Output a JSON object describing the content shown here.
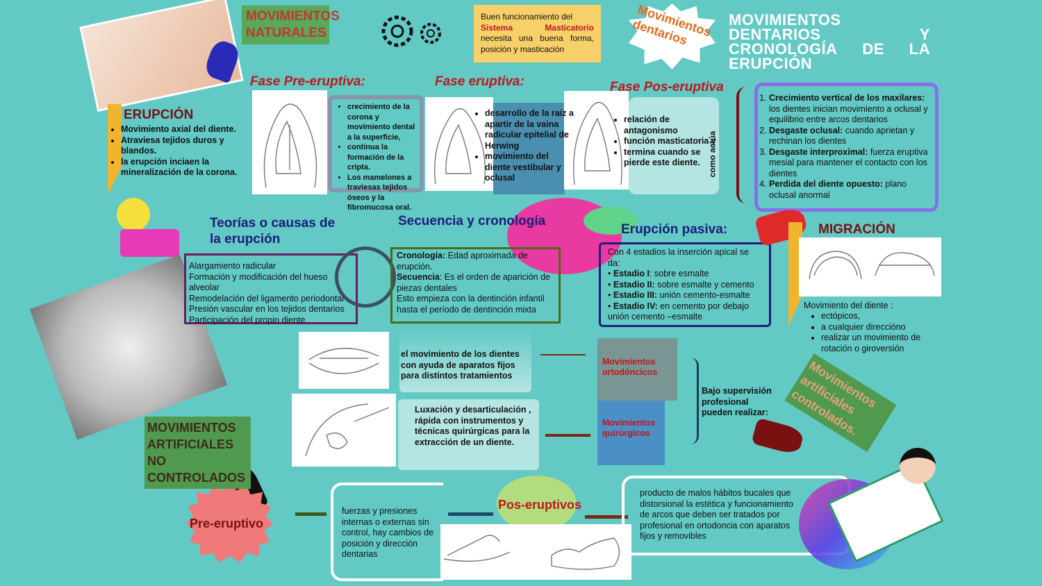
{
  "title": {
    "l1": "MOVIMIENTOS",
    "l2a": "DENTARIOS",
    "l2b": "Y",
    "l3a": "CRONOLOGÍA",
    "l3b": "DE",
    "l3c": "LA",
    "l4": "ERUPCIÓN"
  },
  "badge": "Movimientos dentarios",
  "naturales": "MOVIMIENTOS NATURALES",
  "note": {
    "p1": "Buen funcionamiento del",
    "p2a": "Sistema",
    "p2b": "Masticatorio",
    "p3": "necesita una buena forma, posición y masticación"
  },
  "erupcion": {
    "title": "ERUPCIÓN",
    "items": [
      "Movimiento axial del diente.",
      "Atraviesa tejidos duros y blandos.",
      "la erupción inciaen la mineralización de la corona."
    ]
  },
  "pre": {
    "title": "Fase Pre-eruptiva:",
    "items": [
      "crecimiento de la corona y movimiento dental a la superficie,",
      "continua la formación de la cripta.",
      "Los mamelones a traviesas tejidos óseos y la fibromucosa oral."
    ]
  },
  "eru": {
    "title": "Fase eruptiva:",
    "items": [
      "desarrollo de la raíz a apartir de la vaina radicular epitelial de Herwing",
      "movimiento del diente vestibular  y oclusal"
    ]
  },
  "pos": {
    "title": "Fase Pos-eruptiva",
    "items": [
      "relación de antagonismo",
      "función masticatoria y",
      "termina cuando se pierde este diente."
    ],
    "side": "como actúa"
  },
  "list": [
    {
      "b": "Crecimiento vertical de los maxilares:",
      "t": " los dientes inician movimiento a oclusal y equilibrio entre arcos dentarios"
    },
    {
      "b": "Desgaste oclusal:",
      "t": " cuando aprietan y rechinan los dientes"
    },
    {
      "b": "Desgaste interproximal:",
      "t": " fuerza eruptiva mesial para mantener el contacto con los dientes"
    },
    {
      "b": "Perdida del diente opuesto:",
      "t": " plano oclusal anormal"
    }
  ],
  "teorias": {
    "title": "Teorías o causas de la erupción",
    "items": [
      "Alargamiento radicular",
      "Formación y modificación del hueso alveolar",
      "Remodelación del ligamento periodontal",
      "Presión vascular en los tejidos dentarios",
      "Participación del propio diente"
    ]
  },
  "secuencia": {
    "title": "Secuencia y cronología",
    "c_b": "Cronología:",
    "c_t": "  Edad aproximada de erupción.",
    "s_b": "Secuencia",
    "s_t": ": Es el orden de aparición de piezas dentales",
    "e": "Esto empieza con la dentinción infantil hasta el período de dentinción mixta"
  },
  "pasiva": {
    "title": "Erupción pasiva:",
    "intro": "Con 4 estadios la inserción apical se da:",
    "items": [
      {
        "b": "Estadio I",
        "t": ": sobre esmalte"
      },
      {
        "b": "Estadio II:",
        "t": " sobre esmalte y cemento"
      },
      {
        "b": "Estadio III:",
        "t": " unión cemento-esmalte"
      },
      {
        "b": "Estadio IV:",
        "t": " en cemento por debajo unión cemento –esmalte"
      }
    ]
  },
  "migracion": {
    "title": "MIGRACIÓN",
    "intro": "Movimiento del diente :",
    "items": [
      "ectópicos,",
      "a cualquier direccióno",
      "realizar un movimiento de rotación o giroversión"
    ]
  },
  "orto": {
    "label": "Movimientos ortodóncicos",
    "text": "el movimiento de los dientes con ayuda de aparatos fijos para distintos tratamientos"
  },
  "quir": {
    "label": "Movimientos quirúrgicos",
    "text": "Luxación y desarticulación , rápida con instrumentos y técnicas quirúrgicas para la extracción de un diente."
  },
  "supervision": "Bajo supervisión profesional pueden realizar:",
  "artificiales": "Movimientos artificiales controlados.",
  "nocontrol": "MOVIMIENTOS ARTIFICIALES NO CONTROLADOS",
  "preeruptivo": "Pre-eruptivo",
  "fuerzas": "fuerzas y presiones internas o externas sin control, hay cambios de posición y dirección dentarias",
  "poseruptivos": "Pos-eruptivos",
  "producto": "producto de malos hábitos bucales que distorsional la estética y funcionamiento de arcos que deben ser tratados por profesional en ortodoncia con aparatos fijos y removibles",
  "colors": {
    "bg": "#62c9c5",
    "red": "#c0161b",
    "navy": "#1c1c7a"
  }
}
